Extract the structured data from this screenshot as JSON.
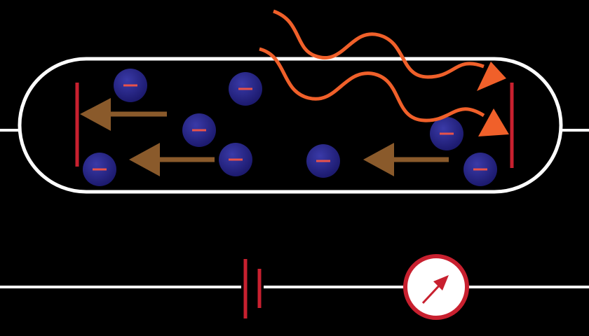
{
  "colors": {
    "background": "#000000",
    "wire": "#ffffff",
    "plate": "#c8202f",
    "electron": "#26248a",
    "electron_sign": "#e8524a",
    "electron_arrow": "#8a5a2b",
    "light_wave": "#f0602a",
    "meter_fill": "#ffffff",
    "meter_ring": "#c8202f"
  },
  "electrons": [
    {
      "id": "e1",
      "sign": "minus"
    },
    {
      "id": "e2",
      "sign": "minus"
    },
    {
      "id": "e3",
      "sign": "minus"
    },
    {
      "id": "e4",
      "sign": "minus"
    },
    {
      "id": "e5",
      "sign": "minus"
    },
    {
      "id": "e6",
      "sign": "minus"
    },
    {
      "id": "e7",
      "sign": "minus"
    },
    {
      "id": "e8",
      "sign": "minus"
    }
  ]
}
